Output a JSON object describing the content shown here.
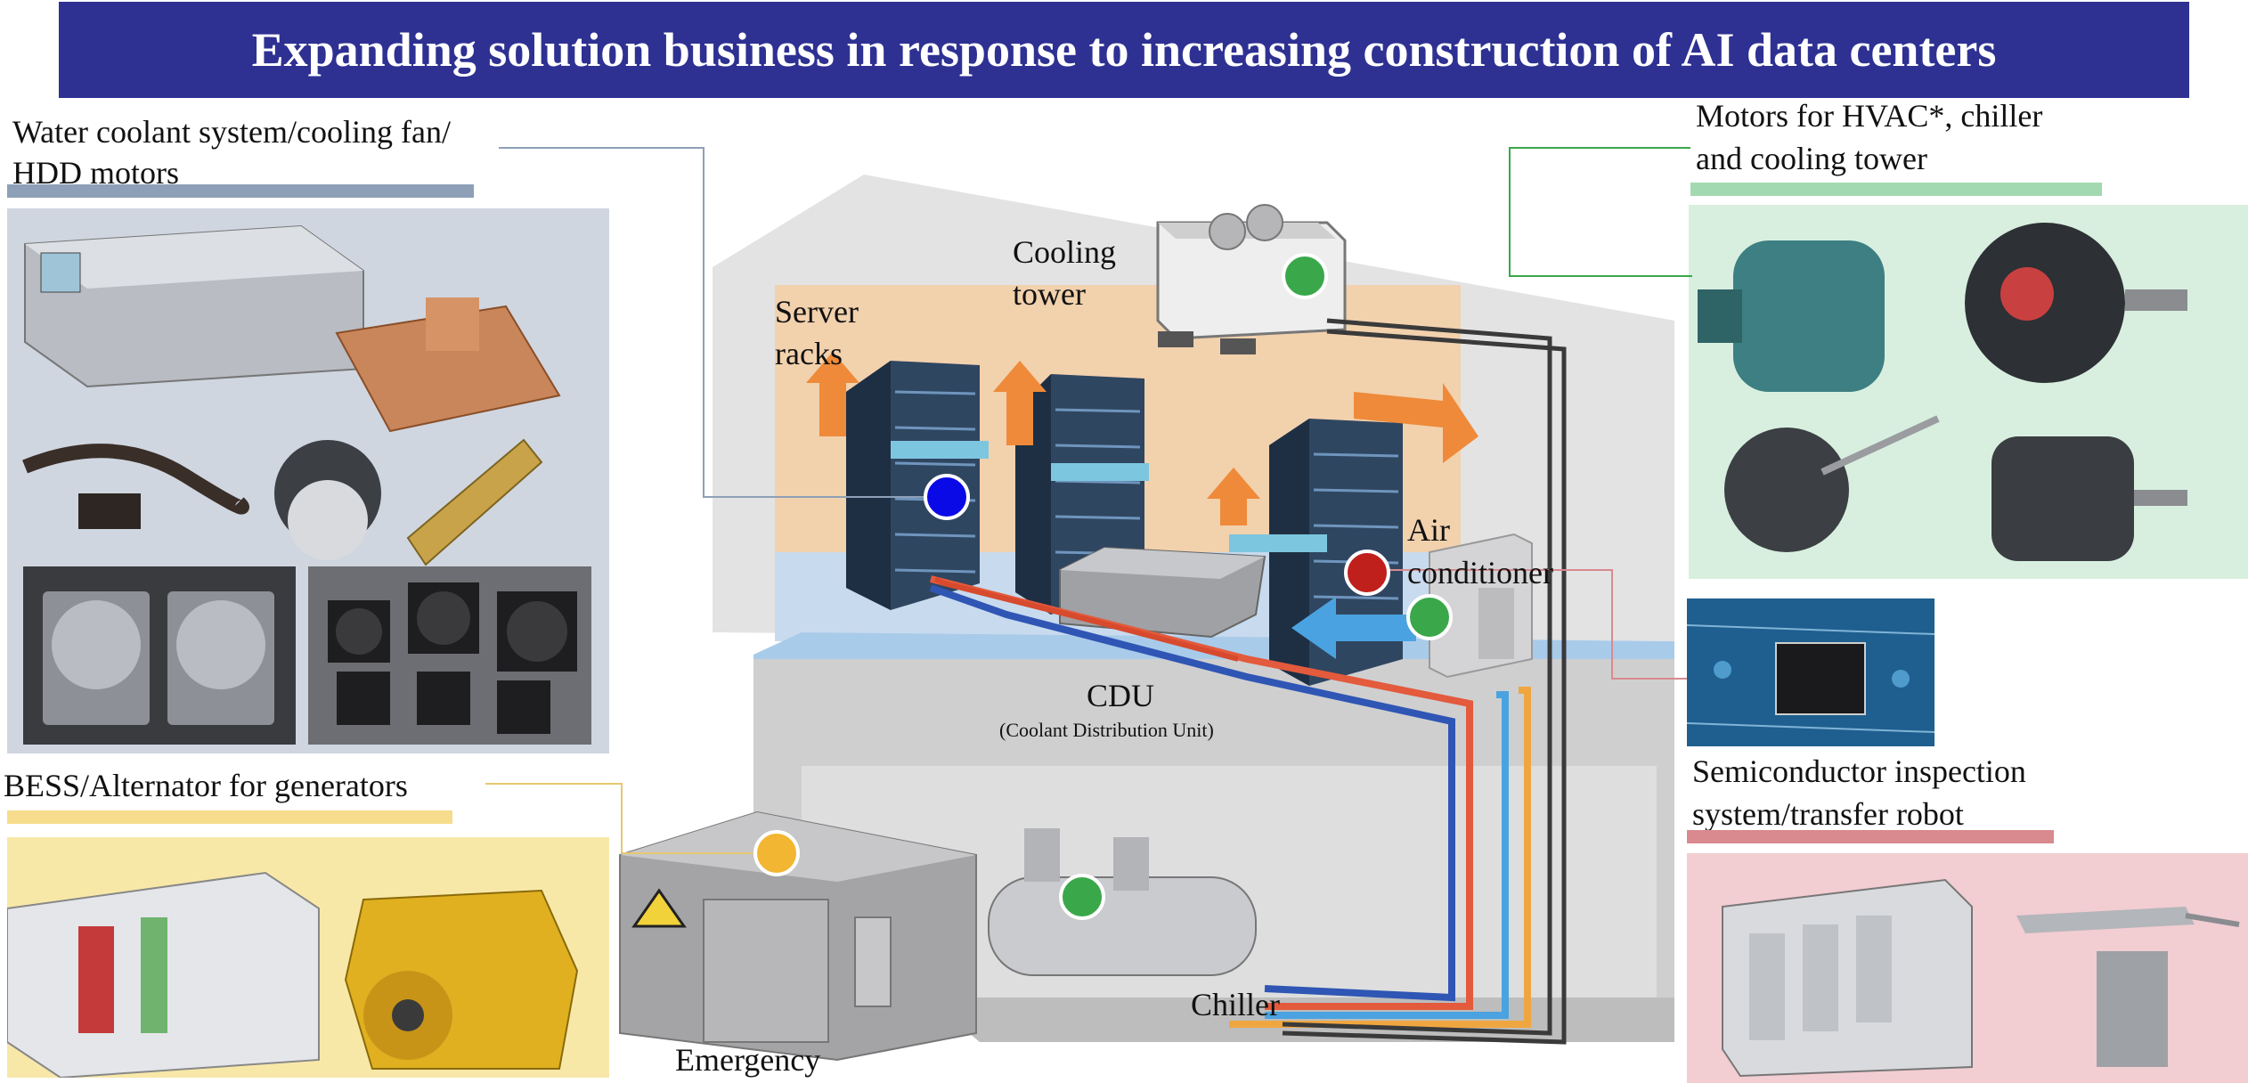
{
  "banner": {
    "title": "Expanding solution business in response to increasing construction of AI data centers",
    "color": "#2e3192"
  },
  "categories": {
    "water_coolant": {
      "line1": "Water coolant system/cooling fan/",
      "line2": "HDD motors",
      "color": "#8ea0b8"
    },
    "motors": {
      "line1": "Motors for HVAC*, chiller",
      "line2": "and cooling tower",
      "color": "#a3d9b1"
    },
    "bess": {
      "line1": "BESS/Alternator for generators",
      "color": "#f6dc8c"
    },
    "semiconductor": {
      "line1": "Semiconductor inspection",
      "line2": "system/transfer robot",
      "color": "#d98a8e"
    }
  },
  "diagram": {
    "cooling_tower": [
      "Cooling",
      "tower"
    ],
    "server_racks": [
      "Server",
      "racks"
    ],
    "air_conditioner": [
      "Air",
      "conditioner"
    ],
    "cdu": "CDU",
    "cdu_full": "(Coolant Distribution Unit)",
    "chiller": "Chiller",
    "emergency": "Emergency"
  },
  "marker_colors": {
    "blue": "#0a0ae6",
    "green": "#3aa84a",
    "red": "#c0201c",
    "yellow": "#f2b632"
  }
}
